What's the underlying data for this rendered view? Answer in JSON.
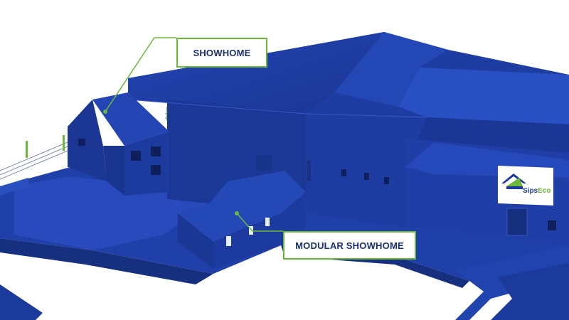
{
  "callouts": {
    "showhome": "SHOWHOME",
    "modular_showhome": "MODULAR SHOWHOME"
  },
  "logo": {
    "name_part1": "Sips",
    "name_part2": "Eco",
    "icon": "house-roof-icon"
  },
  "colors": {
    "building_blue": "#1c3a9b",
    "accent_green": "#6cb83a",
    "label_text": "#1b2f73",
    "background": "#ffffff"
  }
}
